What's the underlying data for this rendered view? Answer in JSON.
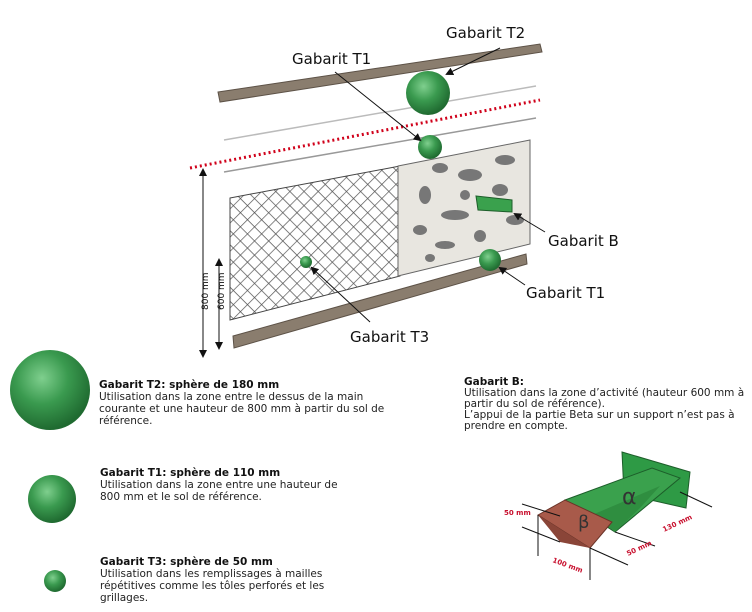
{
  "labels": {
    "t2": "Gabarit T2",
    "t1_top": "Gabarit T1",
    "b": "Gabarit B",
    "t1_bottom": "Gabarit T1",
    "t3": "Gabarit T3",
    "dim_800": "800 mm",
    "dim_600": "600 mm"
  },
  "descriptions": {
    "t2": {
      "title": "Gabarit T2",
      "subtitle": ": sphère de 180 mm",
      "text": "Utilisation dans la zone entre le dessus de la main courante et une hauteur de 800 mm à partir du sol de référence."
    },
    "t1": {
      "title": "Gabarit T1",
      "subtitle": ": sphère de 110 mm",
      "text": "Utilisation dans la zone entre une hauteur de 800 mm et le sol de référence."
    },
    "t3": {
      "title": "Gabarit T3",
      "subtitle": ": sphère de 50 mm",
      "text": "Utilisation dans les remplissages à mailles répétitives comme les tôles perforés et les grillages."
    },
    "b": {
      "title": "Gabarit B",
      "subtitle": ":",
      "text1": "Utilisation dans la zone d’activité (hauteur 600 mm à partir du sol de référence).",
      "text2": "L’appui de la partie Beta sur un support n’est pas à prendre en compte."
    }
  },
  "gauge_b": {
    "alpha": "α",
    "beta": "β",
    "dim_50a": "50 mm",
    "dim_100": "100 mm",
    "dim_50b": "50 mm",
    "dim_130": "130 mm"
  },
  "colors": {
    "sphere": "#3a9a4f",
    "wood": "#8a7d6e",
    "red_dots": "#d0021b",
    "beta": "#a85a4a",
    "alpha": "#3aa14d"
  }
}
